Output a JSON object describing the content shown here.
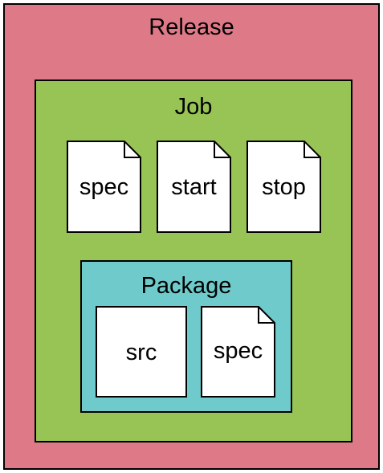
{
  "colors": {
    "release_fill": "#de7a88",
    "job_fill": "#97c454",
    "package_fill": "#6fcbcb",
    "file_fill": "#ffffff",
    "stroke": "#000000"
  },
  "release": {
    "title": "Release",
    "job": {
      "title": "Job",
      "files": [
        {
          "label": "spec",
          "icon": "document-icon"
        },
        {
          "label": "start",
          "icon": "document-icon"
        },
        {
          "label": "stop",
          "icon": "document-icon"
        }
      ],
      "package": {
        "title": "Package",
        "folder": {
          "label": "src"
        },
        "file": {
          "label": "spec",
          "icon": "document-icon"
        }
      }
    }
  }
}
